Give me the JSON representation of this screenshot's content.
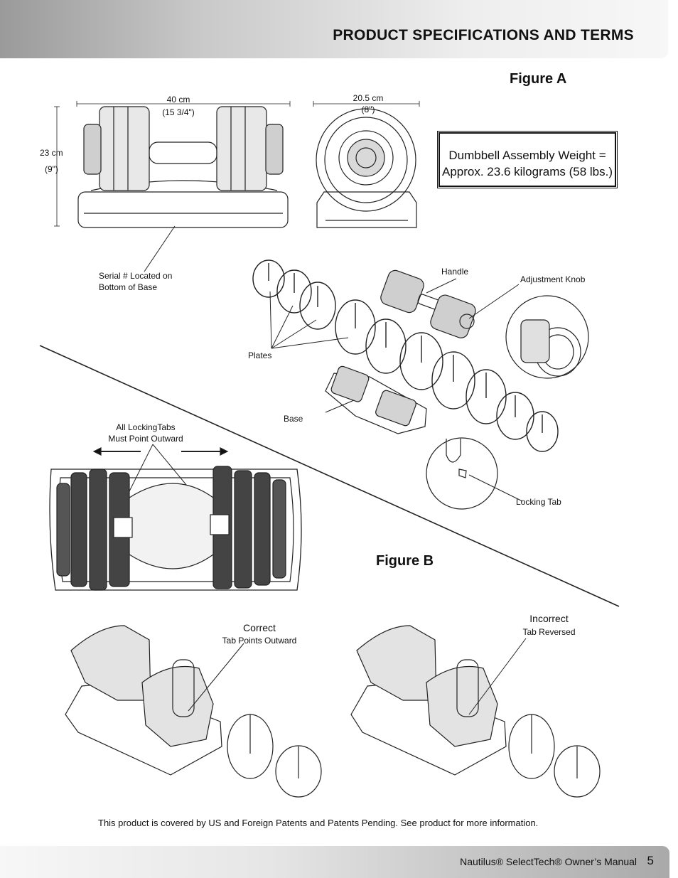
{
  "header": {
    "title": "PRODUCT SPECIFICATIONS AND TERMS"
  },
  "figure_a": {
    "title": "Figure A",
    "width_label": "40 cm",
    "width_sub": "(15 3/4\")",
    "height_label": "23 cm",
    "height_sub": "(9\")",
    "depth_label": "20.5 cm",
    "depth_sub": "(8\")",
    "weight_line1": "Dumbbell Assembly Weight =",
    "weight_line2": "Approx. 23.6 kilograms (58 lbs.)",
    "serial_line1": "Serial # Located on",
    "serial_line2": "Bottom of Base",
    "handle": "Handle",
    "adjustment_knob": "Adjustment Knob",
    "plates": "Plates",
    "base": "Base",
    "locking_tab": "Locking Tab"
  },
  "figure_b": {
    "title": "Figure B",
    "tabs_line1": "All LockingTabs",
    "tabs_line2": "Must Point Outward",
    "correct": "Correct",
    "correct_sub": "Tab Points Outward",
    "incorrect": "Incorrect",
    "incorrect_sub": "Tab Reversed"
  },
  "patent_note": "This product is covered by US and Foreign Patents and Patents Pending. See product for more information.",
  "footer": {
    "manual": "Nautilus® SelectTech® Owner’s Manual",
    "page": "5"
  }
}
